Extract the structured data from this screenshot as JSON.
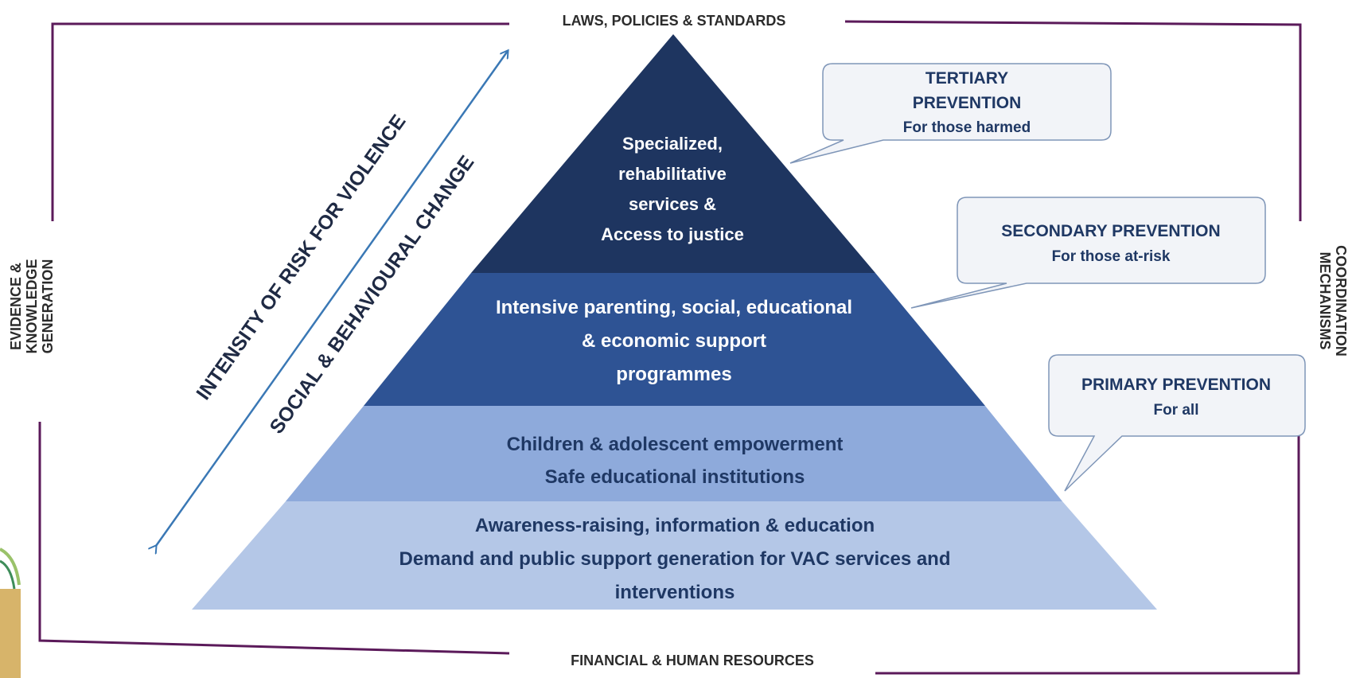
{
  "frame": {
    "top_label": "LAWS, POLICIES & STANDARDS",
    "bottom_label": "FINANCIAL & HUMAN RESOURCES",
    "left_label_lines": [
      "EVIDENCE &",
      "KNOWLEDGE",
      "GENERATION"
    ],
    "right_label_lines": [
      "COORDINATION",
      "MECHANISMS"
    ],
    "frame_color": "#5b1a5a"
  },
  "arrows": {
    "line1": "INTENSITY OF RISK FOR VIOLENCE",
    "line2": "SOCIAL & BEHAVIOURAL CHANGE",
    "arrow_color": "#3a78b5"
  },
  "pyramid": {
    "tiers": [
      {
        "lines": [
          "Specialized,",
          "rehabilitative",
          "services &",
          "Access to justice"
        ],
        "fill": "#1e3560",
        "text_color": "#ffffff"
      },
      {
        "lines": [
          "Intensive parenting, social, educational",
          "& economic support",
          "programmes"
        ],
        "fill": "#2e5394",
        "text_color": "#ffffff"
      },
      {
        "lines": [
          "Children & adolescent empowerment",
          "Safe educational institutions"
        ],
        "fill": "#8eaadb",
        "text_color": "#1f3864"
      },
      {
        "lines": [
          "Awareness-raising, information & education",
          "Demand and public support generation for VAC services and",
          "interventions"
        ],
        "fill": "#b4c7e7",
        "text_color": "#1f3864"
      }
    ]
  },
  "callouts": [
    {
      "lines": [
        "TERTIARY",
        "PREVENTION",
        "For those harmed"
      ]
    },
    {
      "lines": [
        "SECONDARY PREVENTION",
        "For those at-risk"
      ]
    },
    {
      "lines": [
        "PRIMARY PREVENTION",
        "For all"
      ]
    }
  ],
  "callout_style": {
    "fill": "#f2f4f8",
    "stroke": "#7f96b8",
    "text_color": "#1f3864"
  }
}
